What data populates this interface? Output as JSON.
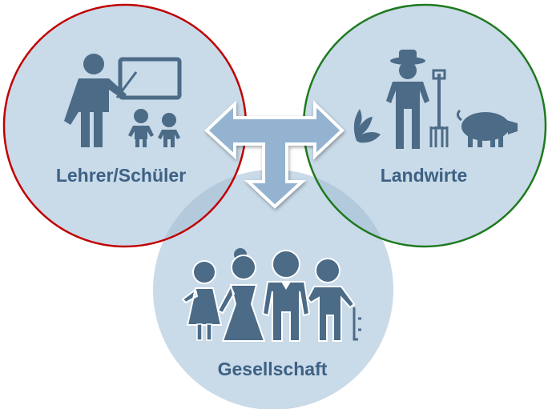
{
  "groups": [
    {
      "label": "Lehrer/Schüler",
      "icon": "teacher-students-icon",
      "border": "#c00000"
    },
    {
      "label": "Landwirte",
      "icon": "farmer-icon",
      "border": "#1e7a1e"
    },
    {
      "label": "Gesellschaft",
      "icon": "family-icon",
      "border": "none"
    }
  ],
  "colors": {
    "circle": "#c9dae8",
    "overlap": "#b3cadd",
    "icon": "#4b6b87",
    "arrow": "#93b3d1"
  },
  "arrow_icon": "t-arrow-icon"
}
